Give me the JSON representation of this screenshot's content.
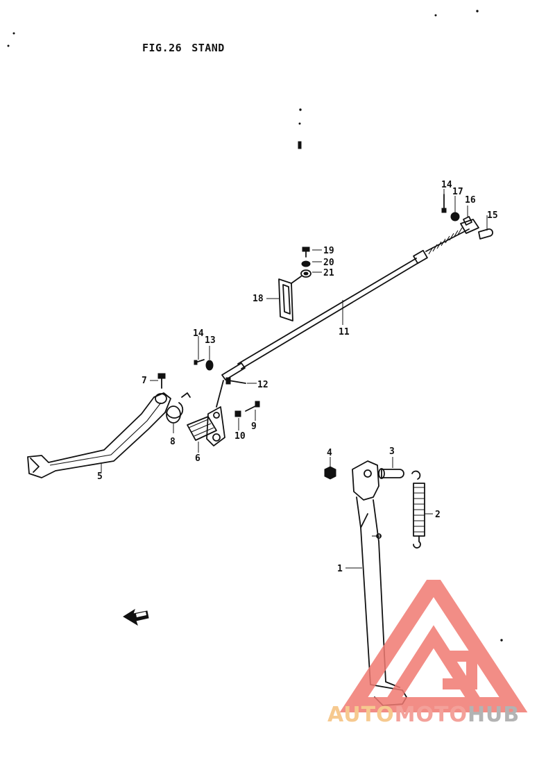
{
  "figure": {
    "fig_label": "FIG.26",
    "fig_title": "STAND"
  },
  "callouts": {
    "p1": "1",
    "p2": "2",
    "p3": "3",
    "p4": "4",
    "p5": "5",
    "p6": "6",
    "p7": "7",
    "p8": "8",
    "p9": "9",
    "p10": "10",
    "p11": "11",
    "p12": "12",
    "p13": "13",
    "p14a": "14",
    "p14b": "14",
    "p15": "15",
    "p16": "16",
    "p17": "17",
    "p18": "18",
    "p19": "19",
    "p20": "20",
    "p21": "21"
  },
  "watermark": {
    "part1": "AUTO",
    "part2": "MOTO",
    "part3": "HUB",
    "colors": {
      "auto": "#f6c98f",
      "moto": "#f3a19a",
      "hub": "#b3b3b3",
      "logo": "#f07a72"
    }
  },
  "icons": [
    "direction-arrow-icon",
    "automotohub-logo-icon"
  ]
}
